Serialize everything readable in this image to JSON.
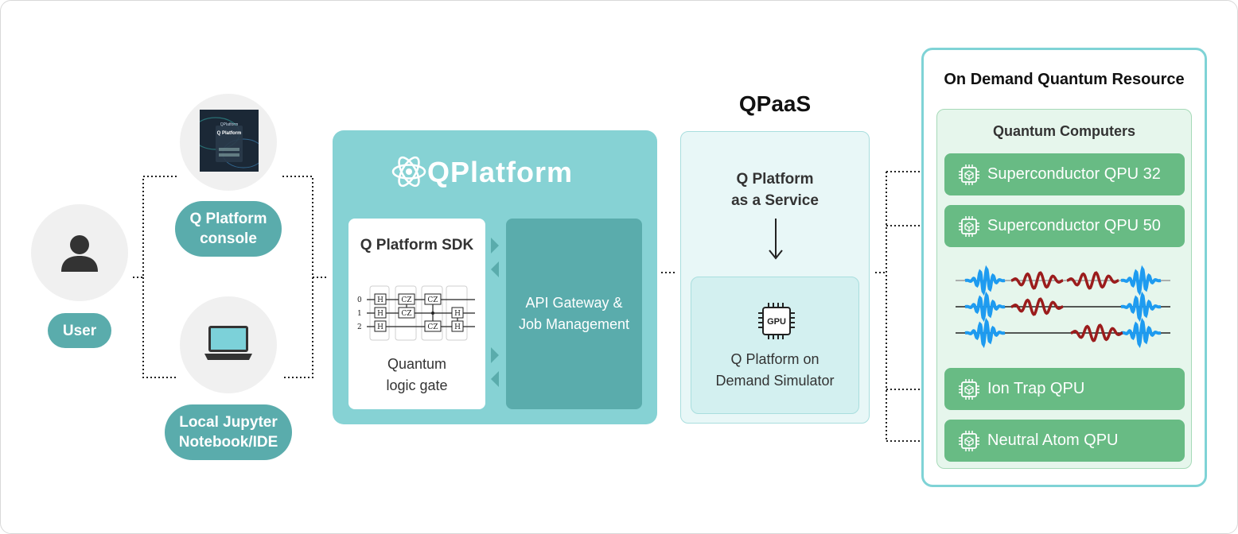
{
  "user": {
    "label": "User"
  },
  "clients": [
    {
      "label": "Q Platform\nconsole",
      "screen_text_brand": "Q Platform",
      "screen_text_small": "QPlatform"
    },
    {
      "label": "Local Jupyter\nNotebook/IDE"
    }
  ],
  "platform": {
    "logo_text": "QPlatform",
    "sdk": {
      "title": "Q Platform SDK",
      "caption": "Quantum\nlogic gate",
      "circuit": {
        "qubit_labels": [
          "0",
          "1",
          "2"
        ],
        "gates": [
          {
            "label": "H"
          },
          {
            "label": "H"
          },
          {
            "label": "H"
          },
          {
            "label": "CZ"
          },
          {
            "label": "CZ"
          },
          {
            "label": "CZ"
          },
          {
            "label": "CZ"
          },
          {
            "label": "H"
          },
          {
            "label": "H"
          }
        ]
      }
    },
    "gateway": {
      "label": "API Gateway &\nJob Management"
    }
  },
  "qpaas": {
    "heading": "QPaaS",
    "service": "Q Platform\nas a Service",
    "simulator_chip": "GPU",
    "simulator": "Q Platform on\nDemand Simulator"
  },
  "resource": {
    "title": "On Demand Quantum Resource",
    "group_title": "Quantum Computers",
    "qpus": [
      {
        "label": "Superconductor QPU 32"
      },
      {
        "label": "Superconductor QPU 50"
      },
      {
        "label": "Ion Trap QPU"
      },
      {
        "label": "Neutral Atom QPU"
      }
    ]
  },
  "colors": {
    "teal_dark": "#5aacac",
    "teal_light": "#86d2d4",
    "green": "#68bb84",
    "pulse_blue": "#1e9bf0",
    "pulse_red": "#9b1c1c"
  }
}
